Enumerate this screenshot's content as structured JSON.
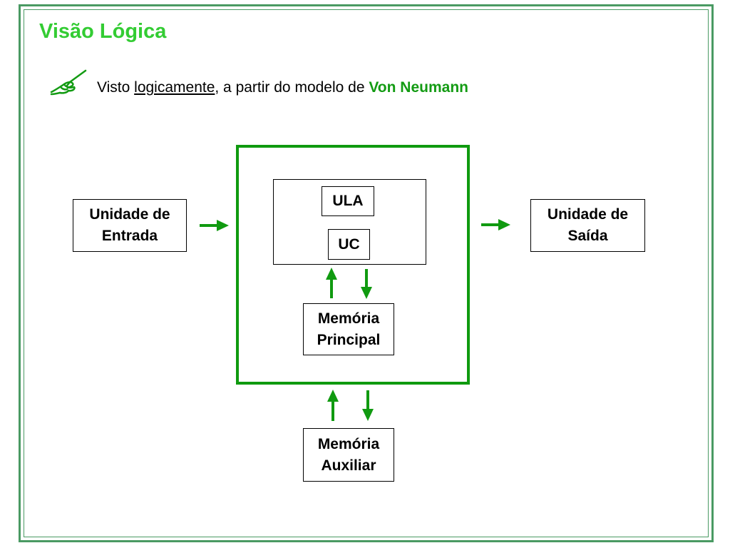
{
  "slide": {
    "title": "Visão Lógica",
    "bullet": {
      "icon": "writing-hand-icon",
      "text_before": "Visto ",
      "underlined": "logicamente",
      "text_middle": ", a partir do modelo de ",
      "highlight": "Von Neumann"
    }
  },
  "diagram": {
    "input_unit": {
      "line1": "Unidade de",
      "line2": "Entrada"
    },
    "output_unit": {
      "line1": "Unidade de",
      "line2": "Saída"
    },
    "ula": "ULA",
    "uc": "UC",
    "main_memory": {
      "line1": "Memória",
      "line2": "Principal"
    },
    "aux_memory": {
      "line1": "Memória",
      "line2": "Auxiliar"
    }
  },
  "colors": {
    "title": "#33cc33",
    "highlight": "#139b13",
    "frame": "#4a9a63",
    "arrow": "#109a10"
  }
}
